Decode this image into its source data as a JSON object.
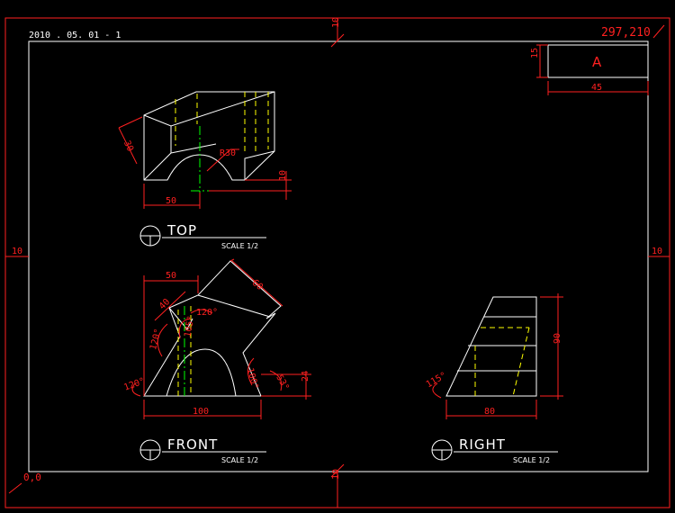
{
  "header": {
    "date_code": "2010 . 05. 01  - 1",
    "paper_size": "297,210",
    "origin": "0,0"
  },
  "title_block": {
    "letter": "A",
    "height_dim": "15",
    "width_dim": "45"
  },
  "frame_dims": {
    "top": "10",
    "bottom": "10",
    "left": "10",
    "right": "10"
  },
  "views": {
    "top": {
      "label": "TOP",
      "scale": "SCALE 1/2",
      "dim_depth": "30",
      "dim_radius": "R30",
      "dim_width": "50",
      "dim_small": "10"
    },
    "front": {
      "label": "FRONT",
      "scale": "SCALE 1/2",
      "dim_top": "50",
      "dim_slant1": "40",
      "dim_slant2": "60",
      "ang_a": "120°",
      "ang_b": "120°",
      "ang_c": "105°",
      "ang_d": "120°",
      "ang_e": "100°",
      "ang_f": "53°",
      "dim_height": "24",
      "dim_base": "100"
    },
    "right": {
      "label": "RIGHT",
      "scale": "SCALE 1/2",
      "ang": "115°",
      "dim_height": "90",
      "dim_base": "80"
    }
  },
  "colors": {
    "dimension": "#ff2020",
    "outline": "#ffffff",
    "hidden": "#ffff00",
    "center": "#00ff00"
  }
}
